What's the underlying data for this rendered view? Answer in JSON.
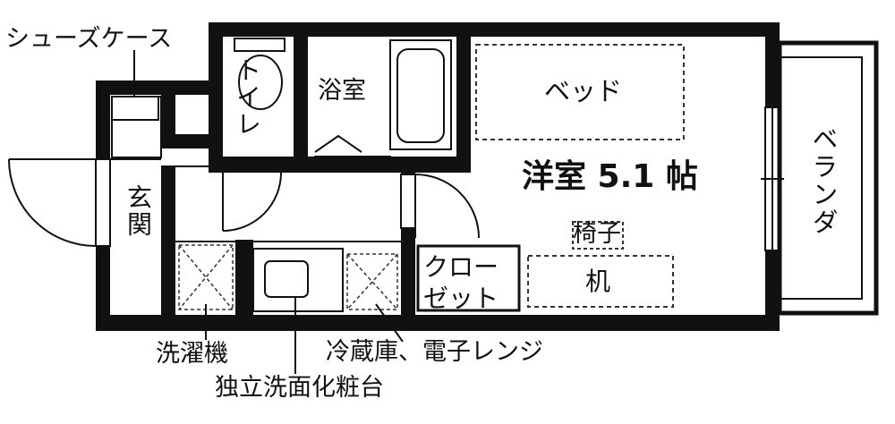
{
  "labels": {
    "shoe_case": "シューズケース",
    "toilet": "トイレ",
    "bathroom": "浴室",
    "bed": "ベッド",
    "western_room": "洋室 5.1 帖",
    "entrance": "玄関",
    "chair": "椅子",
    "closet": "クロー\nゼット",
    "desk": "机",
    "veranda": "ベランダ",
    "washing_machine": "洗濯機",
    "fridge_microwave": "冷蔵庫、電子レンジ",
    "vanity": "独立洗面化粧台"
  },
  "colors": {
    "wall": "#111111",
    "background": "#ffffff",
    "dashed": "#333333"
  }
}
